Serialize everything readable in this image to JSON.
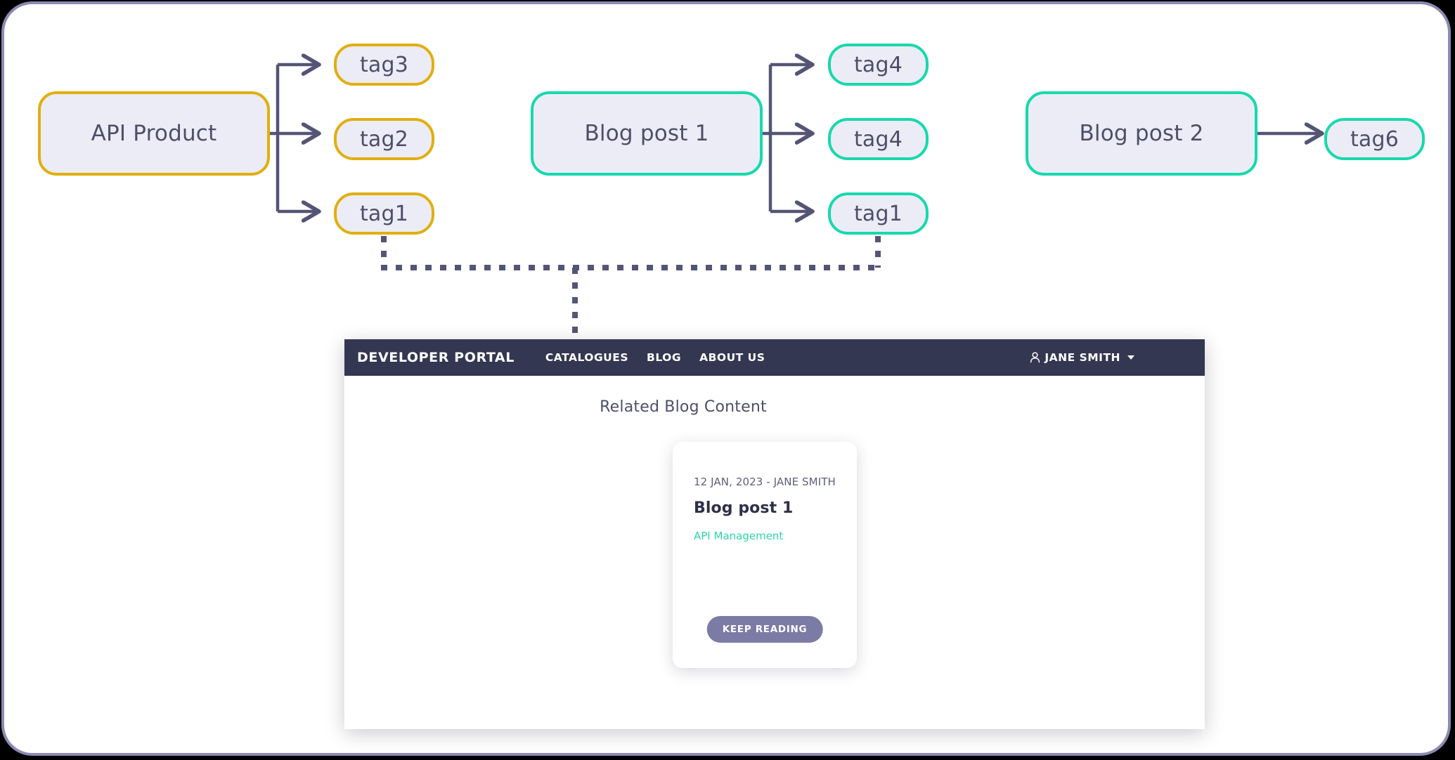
{
  "diagram": {
    "clusters": [
      {
        "id": "api-product",
        "source_label": "API Product",
        "accent": "#e0af10",
        "tags": [
          "tag3",
          "tag2",
          "tag1"
        ]
      },
      {
        "id": "blog-post-1",
        "source_label": "Blog post 1",
        "accent": "#17d9ac",
        "tags": [
          "tag4",
          "tag4",
          "tag1"
        ]
      },
      {
        "id": "blog-post-2",
        "source_label": "Blog post 2",
        "accent": "#17d9ac",
        "tags": [
          "tag6"
        ]
      }
    ],
    "connector_color": "#545575"
  },
  "portal": {
    "brand": "DEVELOPER PORTAL",
    "nav_links": [
      "CATALOGUES",
      "BLOG",
      "ABOUT US"
    ],
    "user": {
      "name": "JANE SMITH",
      "icon": "person-icon",
      "caret": "chevron-down-icon"
    },
    "section_title": "Related Blog Content",
    "card": {
      "meta": "12 JAN, 2023 - JANE SMITH",
      "title": "Blog post 1",
      "tag": "API Management",
      "tag_color": "#2fd6a8",
      "button_label": "KEEP READING",
      "button_color": "#7b7ba6"
    },
    "nav_background": "#343752"
  },
  "theme": {
    "frame_border": "#8a8ab4",
    "node_fill": "#ececf6",
    "node_text": "#4e4e6a",
    "page_background": "#000000"
  }
}
